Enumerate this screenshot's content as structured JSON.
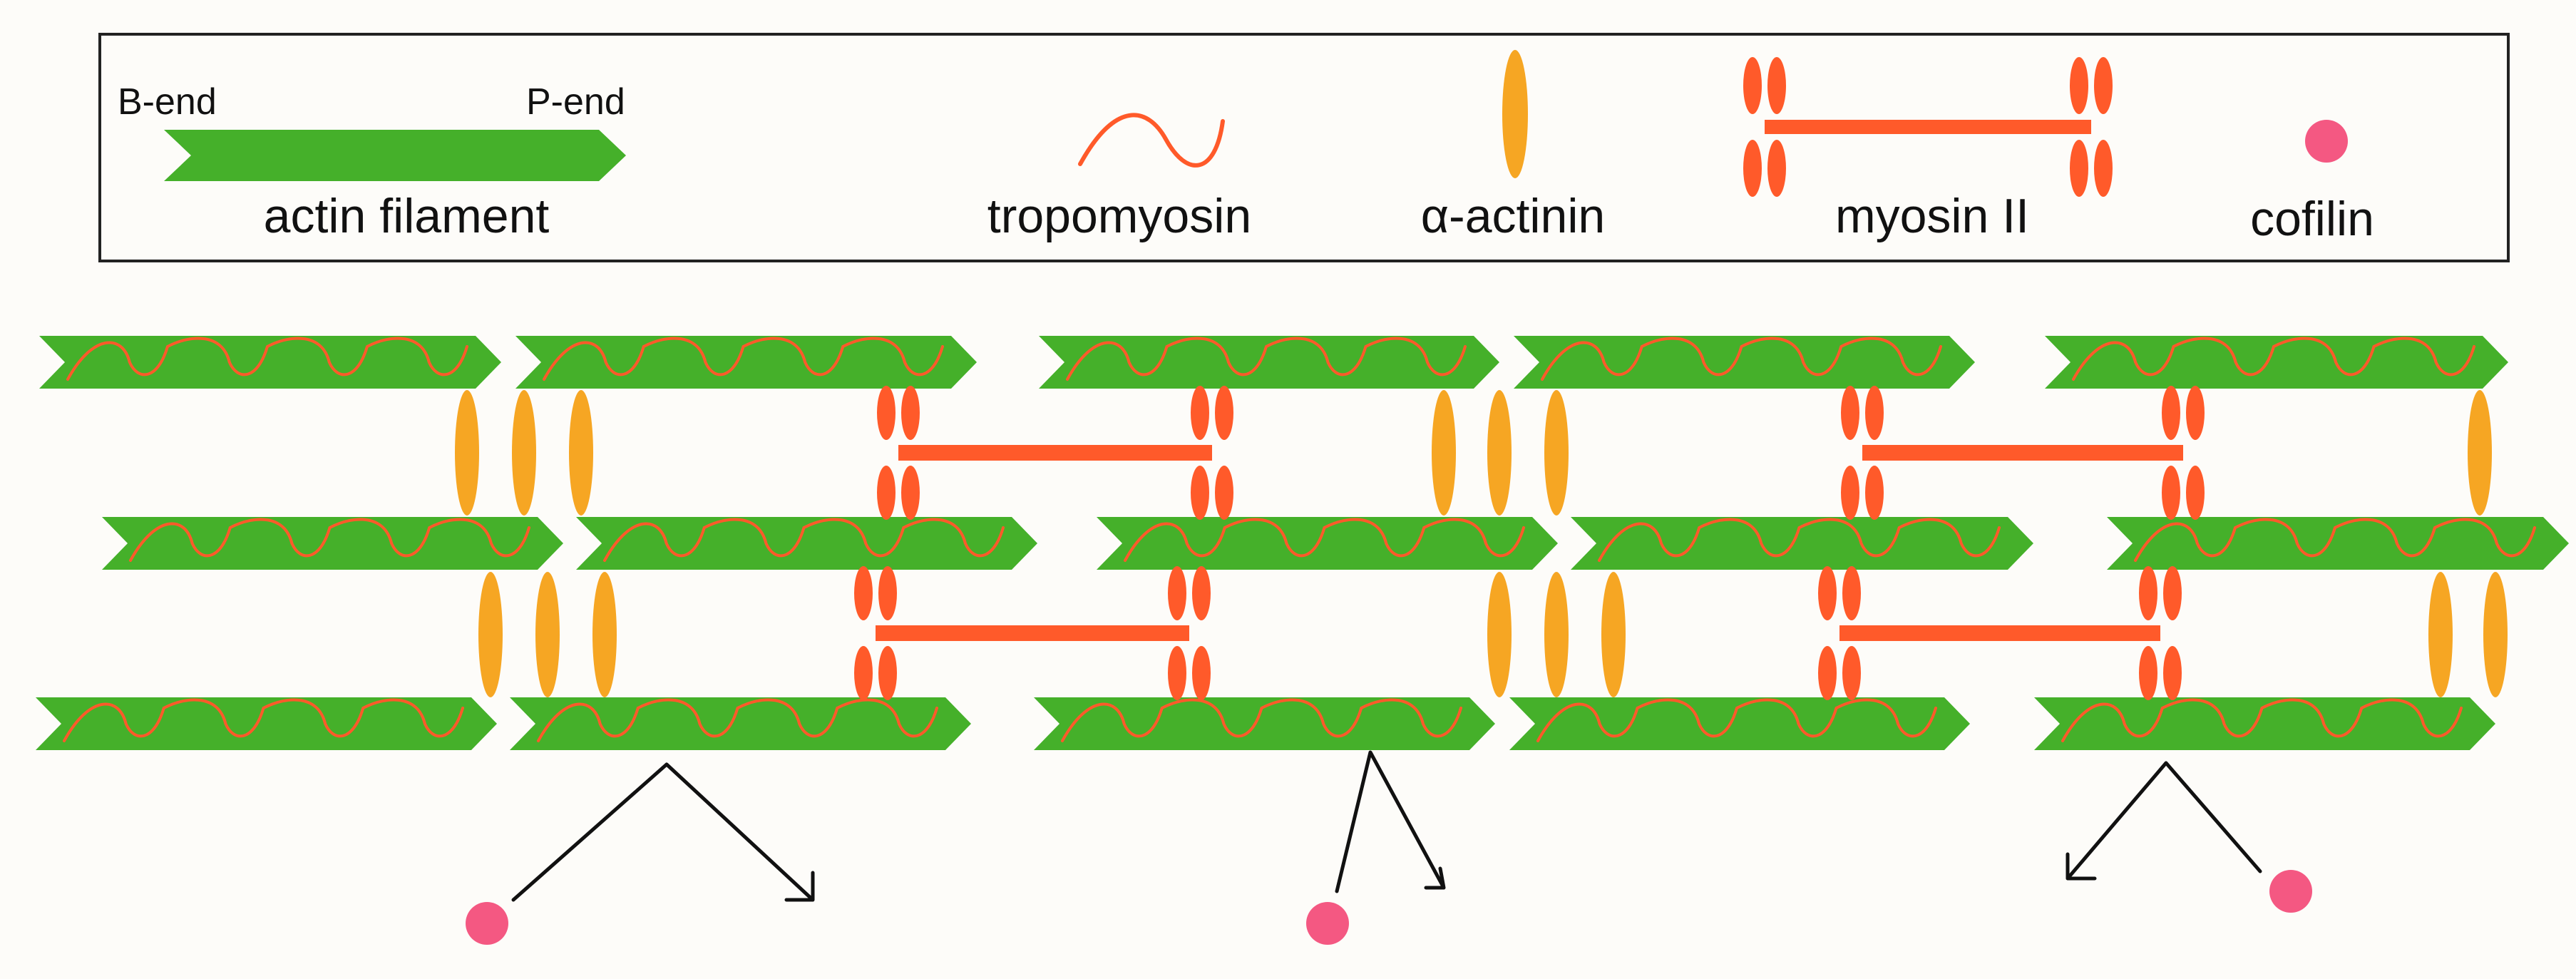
{
  "legend": {
    "actin": {
      "b_end": "B-end",
      "p_end": "P-end",
      "label": "actin filament"
    },
    "tropomyosin": {
      "label": "tropomyosin"
    },
    "alpha_actinin": {
      "label": "α-actinin"
    },
    "myosin": {
      "label": "myosin II"
    },
    "cofilin": {
      "label": "cofilin"
    }
  },
  "colors": {
    "actin": "#45b02a",
    "tropomyosin": "#ff5a2a",
    "alpha_actinin": "#f6a623",
    "myosin": "#ff5a2a",
    "cofilin": "#f45882",
    "arrow": "#111111",
    "frame": "#222222",
    "background": "#fdfcf9"
  }
}
